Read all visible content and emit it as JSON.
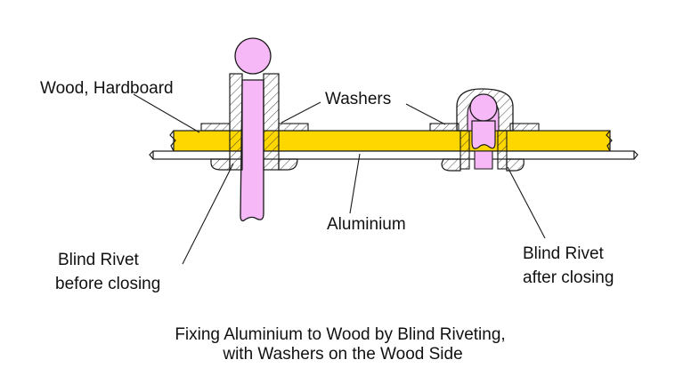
{
  "labels": {
    "wood": "Wood, Hardboard",
    "washers": "Washers",
    "aluminium": "Aluminium",
    "rivet_before_line1": "Blind Rivet",
    "rivet_before_line2": "before closing",
    "rivet_after_line1": "Blind Rivet",
    "rivet_after_line2": "after closing"
  },
  "caption": {
    "line1": "Fixing Aluminium to Wood by Blind Riveting,",
    "line2": "with Washers on the Wood Side"
  },
  "colors": {
    "wood": "#ffd700",
    "rivet": "#f7b8f7",
    "outline": "#1a1a1a",
    "hatch": "#333333",
    "background": "#ffffff"
  }
}
